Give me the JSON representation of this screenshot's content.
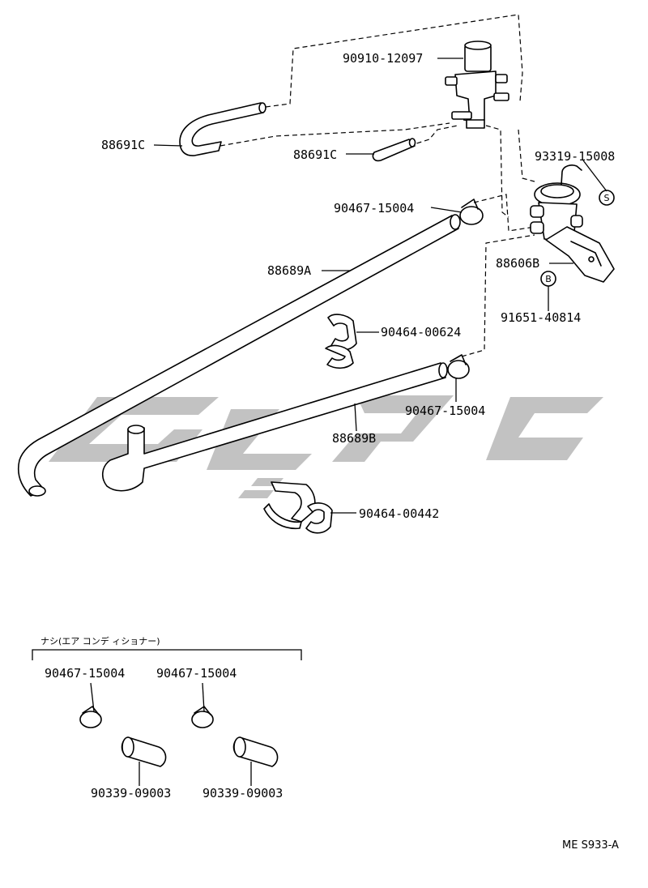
{
  "labels": {
    "p_90910_12097": "90910-12097",
    "p_88691c_top": "88691C",
    "p_88691c_mid": "88691C",
    "p_93319_15008": "93319-15008",
    "p_90467_15004_a": "90467-15004",
    "p_88689a": "88689A",
    "p_88606b": "88606B",
    "p_91651_40814": "91651-40814",
    "p_90464_00624": "90464-00624",
    "p_90467_15004_b": "90467-15004",
    "p_88689b": "88689B",
    "p_90464_00442": "90464-00442",
    "group_title": "ナシ(エア コンデ ィショナー)",
    "p_90467_15004_c": "90467-15004",
    "p_90467_15004_d": "90467-15004",
    "p_90339_09003_a": "90339-09003",
    "p_90339_09003_b": "90339-09003",
    "ref_code": "ME S933-A"
  },
  "markers": {
    "s": "S",
    "b": "B"
  }
}
